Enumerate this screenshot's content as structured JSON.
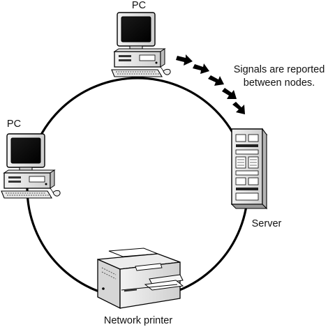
{
  "nodes": {
    "pc_top": {
      "label": "PC",
      "icon": "desktop-computer-icon"
    },
    "pc_left": {
      "label": "PC",
      "icon": "desktop-computer-icon"
    },
    "server": {
      "label": "Server",
      "icon": "server-tower-icon"
    },
    "printer": {
      "label": "Network printer",
      "icon": "laser-printer-icon"
    }
  },
  "annotation": {
    "line1": "Signals are reported",
    "line2": "between nodes."
  },
  "colors": {
    "ring": "#000000",
    "text": "#111111"
  }
}
